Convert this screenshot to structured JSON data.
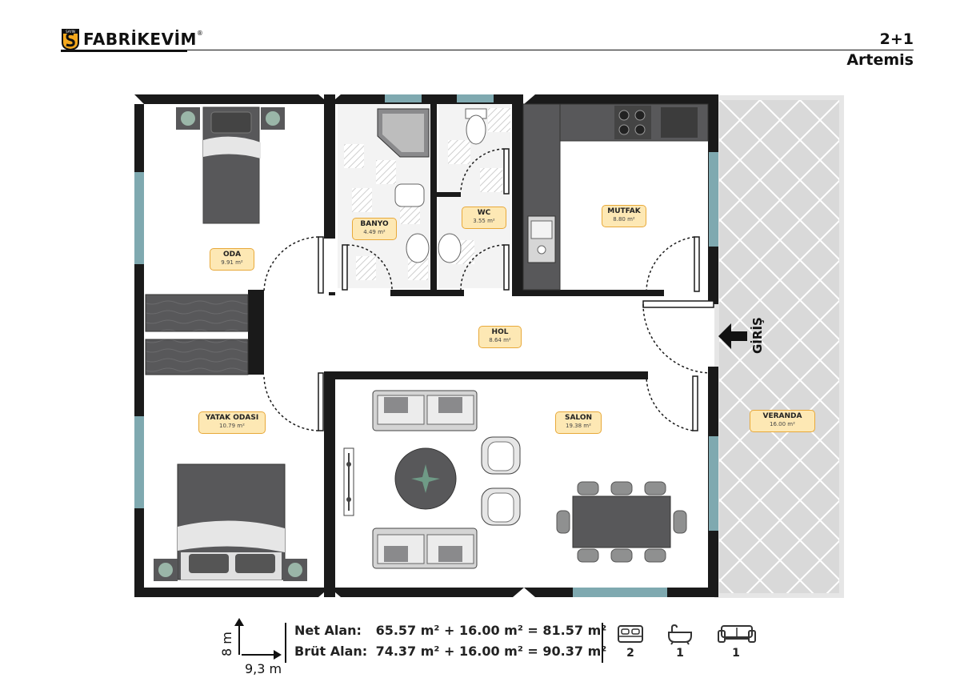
{
  "header": {
    "brand": "FABRİKEVİM",
    "badge_text": "SAYIN",
    "reg_mark": "®",
    "plan_type": "2+1",
    "model_name": "Artemis"
  },
  "rooms": [
    {
      "key": "oda",
      "name": "ODA",
      "area": "9.91 m²"
    },
    {
      "key": "banyo",
      "name": "BANYO",
      "area": "4.49 m²"
    },
    {
      "key": "wc",
      "name": "WC",
      "area": "3.55 m²"
    },
    {
      "key": "mutfak",
      "name": "MUTFAK",
      "area": "8.80 m²"
    },
    {
      "key": "hol",
      "name": "HOL",
      "area": "8.64 m²"
    },
    {
      "key": "yatak",
      "name": "YATAK ODASI",
      "area": "10.79 m²"
    },
    {
      "key": "salon",
      "name": "SALON",
      "area": "19.38 m²"
    },
    {
      "key": "veranda",
      "name": "VERANDA",
      "area": "16.00 m²"
    }
  ],
  "entrance_label": "GİRİŞ",
  "footer": {
    "dim_vertical": "8 m",
    "dim_horizontal": "9,3 m",
    "net": {
      "label": "Net Alan:",
      "formula": "65.57 m² + 16.00 m² = 81.57 m²"
    },
    "gross": {
      "label": "Brüt Alan:",
      "formula": "74.37 m² + 16.00 m² = 90.37 m²"
    },
    "counts": [
      {
        "icon": "bed-icon",
        "value": "2"
      },
      {
        "icon": "bathtub-icon",
        "value": "1"
      },
      {
        "icon": "sofa-icon",
        "value": "1"
      }
    ]
  },
  "colors": {
    "wall": "#1a1a1a",
    "window": "#7fa9b0",
    "furniture": "#58585a",
    "label_fill": "#fde8b4",
    "label_border": "#e8a93a",
    "veranda": "#d9d9d9"
  }
}
